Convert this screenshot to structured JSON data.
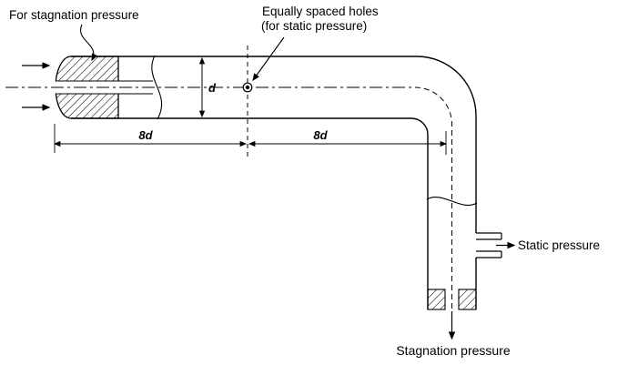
{
  "labels": {
    "for_stagnation_pressure": "For stagnation pressure",
    "equally_spaced_holes_line1": "Equally spaced holes",
    "equally_spaced_holes_line2": "(for static pressure)",
    "diameter": "d",
    "left_span": "8d",
    "right_span": "8d",
    "static_pressure": "Static pressure",
    "stagnation_pressure": "Stagnation pressure"
  },
  "colors": {
    "line": "#000000",
    "background": "#ffffff"
  }
}
